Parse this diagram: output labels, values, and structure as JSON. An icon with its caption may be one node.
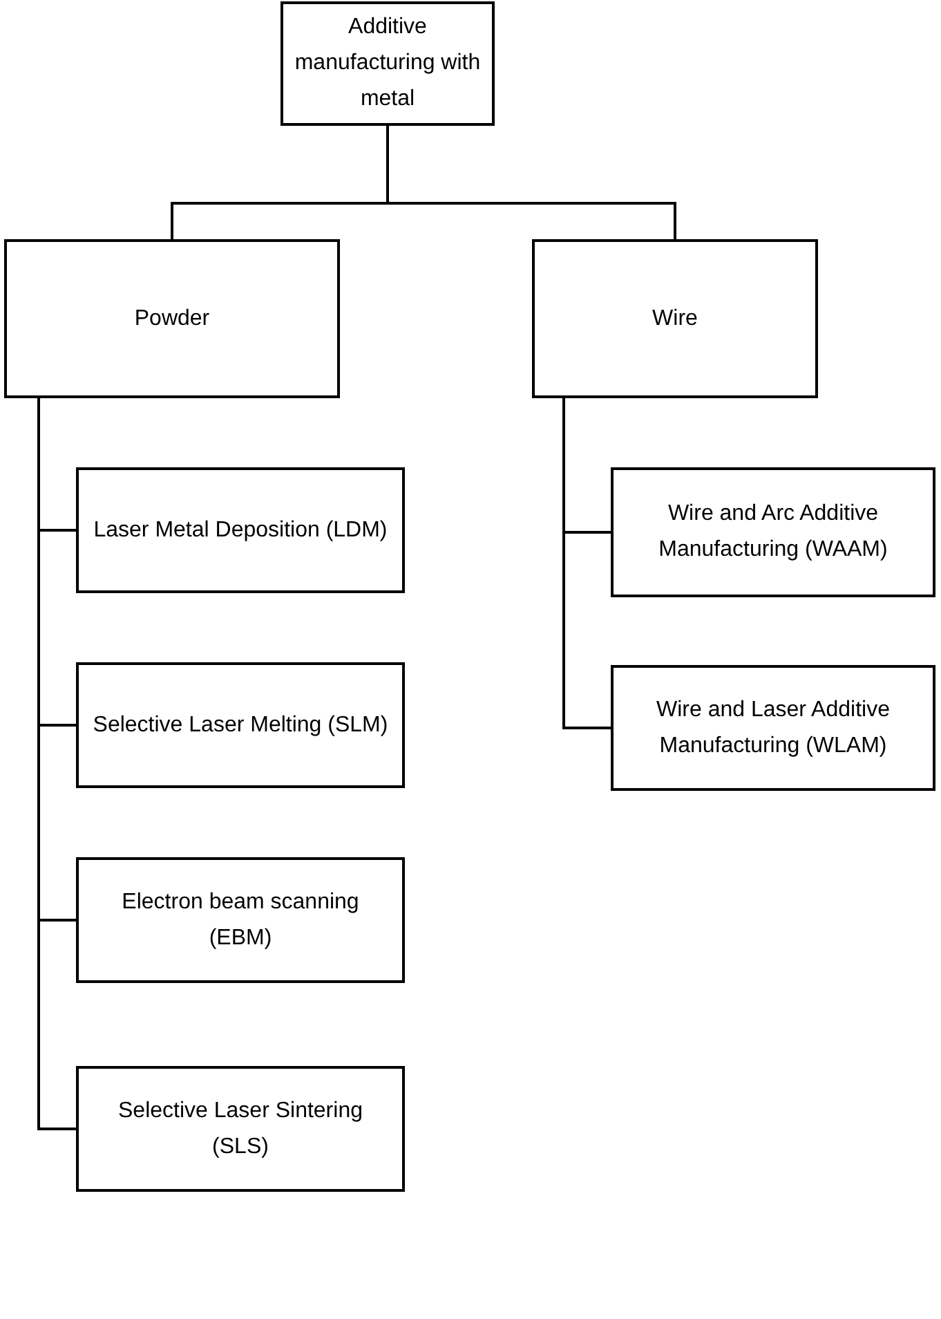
{
  "diagram": {
    "nodes": [
      {
        "text": [
          "Additive manufacturing with metal"
        ]
      },
      {
        "text": [
          "Powder"
        ]
      },
      {
        "text": [
          "Wire"
        ]
      },
      {
        "text": [
          "Laser Metal Deposition (LDM)"
        ]
      },
      {
        "text": [
          "Selective Laser Melting (SLM)"
        ]
      },
      {
        "text": [
          "Electron beam scanning (EBM)"
        ]
      },
      {
        "text": [
          "Selective Laser Sintering (SLS)"
        ]
      },
      {
        "text": [
          "Wire and Arc Additive Manufacturing (WAAM)"
        ]
      },
      {
        "text": [
          "Wire and Laser Additive Manufacturing (WLAM)"
        ]
      }
    ],
    "edges": [
      {
        "from": 0,
        "to": 1,
        "arrow": "none"
      },
      {
        "from": 0,
        "to": 2,
        "arrow": "none"
      },
      {
        "from": 1,
        "to": 3,
        "arrow": "none"
      },
      {
        "from": 1,
        "to": 4,
        "arrow": "none"
      },
      {
        "from": 1,
        "to": 5,
        "arrow": "none"
      },
      {
        "from": 1,
        "to": 6,
        "arrow": "none"
      },
      {
        "from": 2,
        "to": 7,
        "arrow": "none"
      },
      {
        "from": 2,
        "to": 8,
        "arrow": "none"
      }
    ]
  }
}
